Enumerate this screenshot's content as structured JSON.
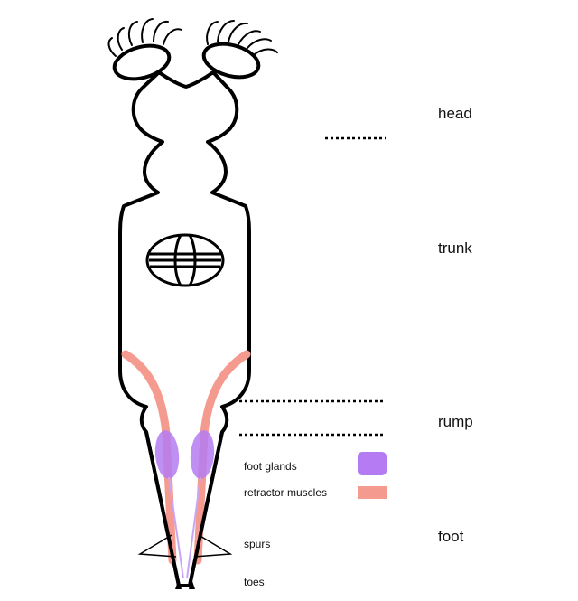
{
  "regions": {
    "head": "head",
    "trunk": "trunk",
    "rump": "rump",
    "foot": "foot"
  },
  "legend": {
    "foot_glands": "foot glands",
    "retractor_muscles": "retractor muscles"
  },
  "parts": {
    "spurs": "spurs",
    "toes": "toes"
  },
  "colors": {
    "outline": "#000000",
    "foot_glands": "#b57bf2",
    "retractor_muscles": "#f59a8f",
    "divider": "#000000"
  }
}
